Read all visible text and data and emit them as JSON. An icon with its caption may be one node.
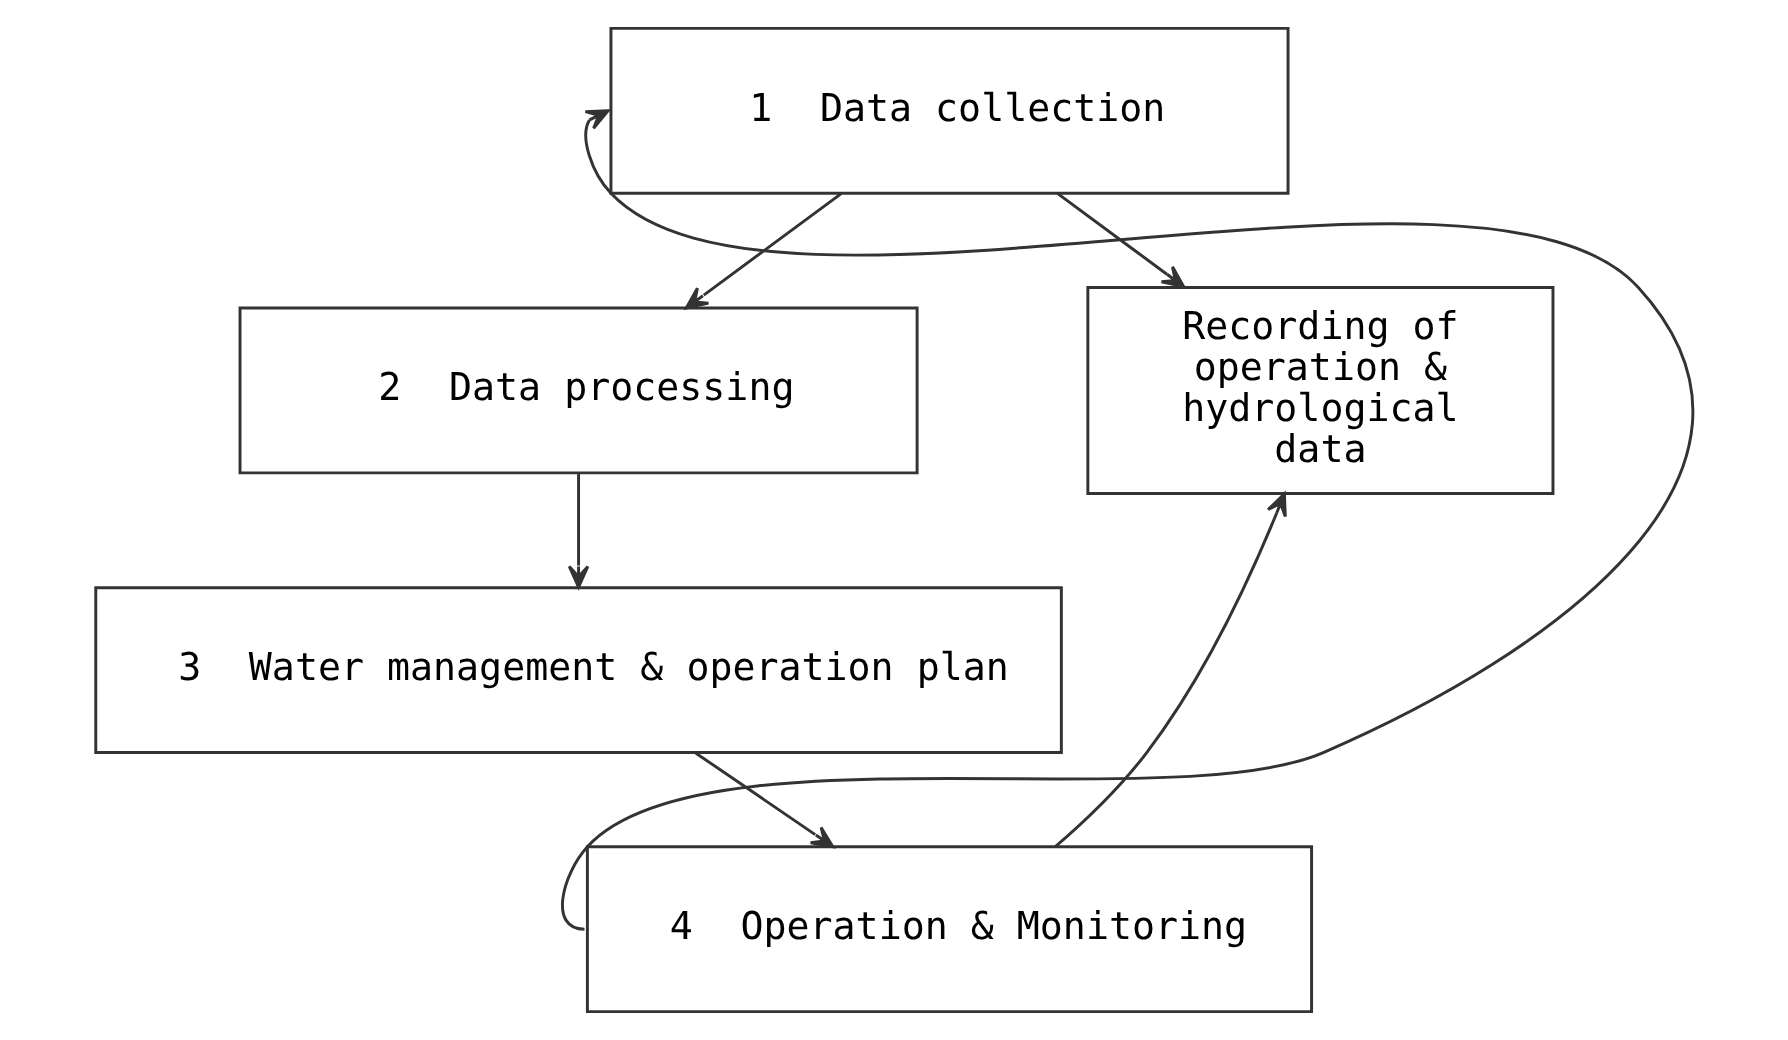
{
  "diagram": {
    "nodes": [
      {
        "text": [
          "1",
          "Data collection"
        ]
      },
      {
        "text": [
          "2",
          "Data processing"
        ]
      },
      {
        "text": [
          "3",
          "Water management & operation plan"
        ]
      },
      {
        "text": [
          "4",
          "Operation & Monitoring"
        ]
      },
      {
        "text": [
          "Recording of operation & hydrological data"
        ]
      }
    ],
    "edges": [
      {
        "from": 0,
        "to": 1,
        "arrow": "to"
      },
      {
        "from": 1,
        "to": 2,
        "arrow": "to"
      },
      {
        "from": 2,
        "to": 3,
        "arrow": "to"
      },
      {
        "from": 3,
        "to": 0,
        "arrow": "to"
      },
      {
        "from": 0,
        "to": 4,
        "arrow": "to"
      },
      {
        "from": 3,
        "to": 4,
        "arrow": "to"
      }
    ]
  }
}
